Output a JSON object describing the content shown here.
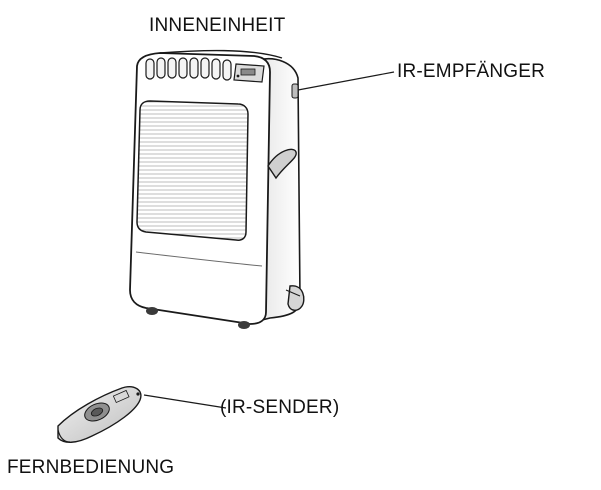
{
  "labels": {
    "indoor_unit": "INNENEINHEIT",
    "ir_receiver": "IR-EMPFÄNGER",
    "ir_sender": "(IR-SENDER)",
    "remote_control": "FERNBEDIENUNG"
  },
  "colors": {
    "line": "#1a1a1a",
    "body": "#ffffff",
    "shade": "#d9d9d9"
  }
}
